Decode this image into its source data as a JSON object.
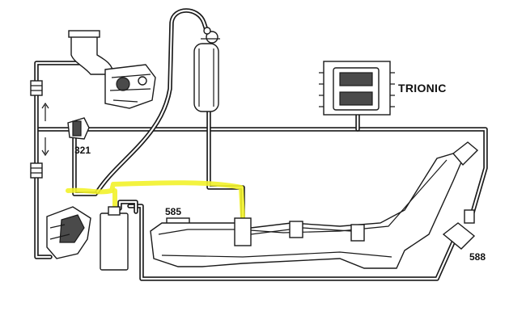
{
  "labels": {
    "ecu": "TRIONIC",
    "valve_321": "321",
    "sensor_585": "585",
    "sensor_588": "588"
  },
  "colors": {
    "line": "#1a1a1a",
    "highlight": "#f2f22a",
    "background": "#ffffff"
  }
}
